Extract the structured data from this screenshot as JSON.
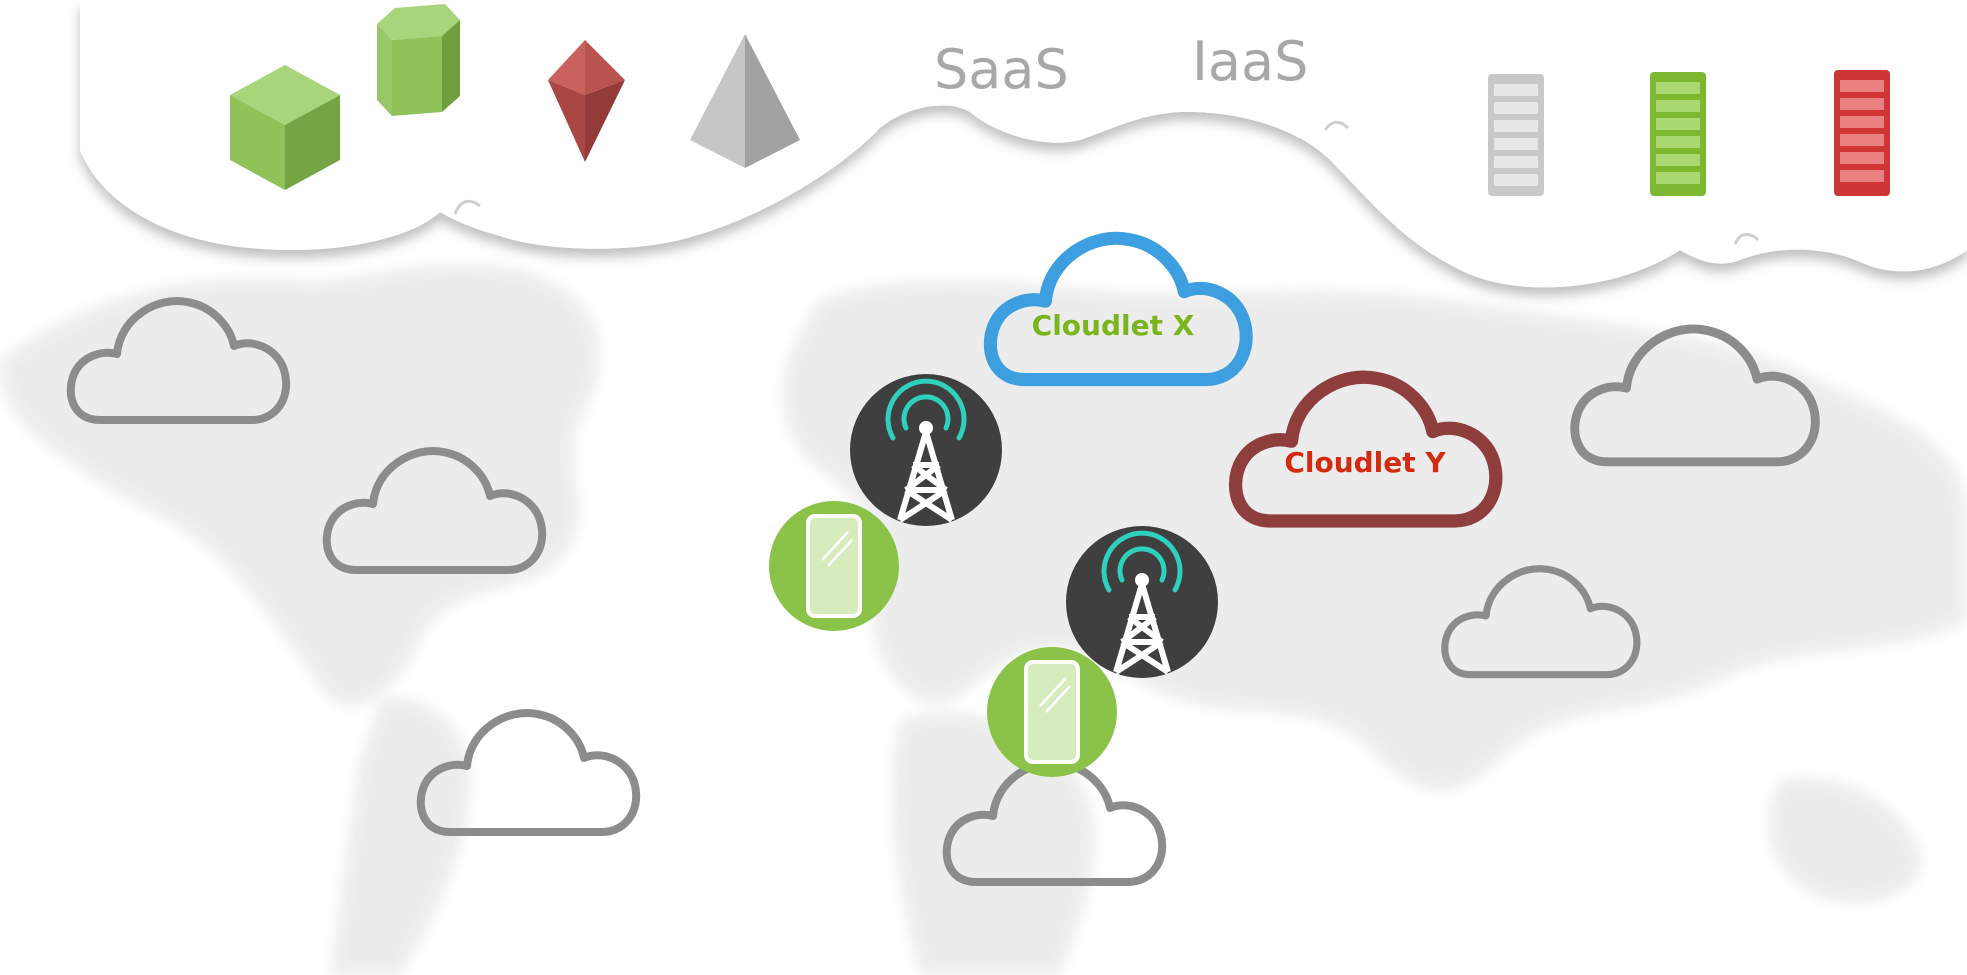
{
  "service_labels": {
    "saas": "SaaS",
    "iaas": "IaaS"
  },
  "cloudlets": {
    "x": {
      "label": "Cloudlet X",
      "outline_color": "#3d9fe0",
      "text_color": "#7ab51d"
    },
    "y": {
      "label": "Cloudlet Y",
      "outline_color": "#8f3e3e",
      "text_color": "#d42a10"
    }
  },
  "colors": {
    "tower_bg": "#3f3f3f",
    "tower_signal": "#2fd1bd",
    "phone_bg": "#8bc34a",
    "generic_cloud_outline": "#8c8c8c",
    "cube_green": "#8fc35a",
    "octahedron_red": "#b9534e",
    "pyramid_gray": "#b3b3b3",
    "rack_gray": "#c8c8c8",
    "rack_green": "#7db833",
    "rack_red": "#cf3535"
  },
  "icons": [
    "green-cube-icon",
    "green-hexagonal-prism-icon",
    "red-octahedron-icon",
    "gray-pyramid-icon",
    "gray-server-rack-icon",
    "green-server-rack-icon",
    "red-server-rack-icon",
    "cell-tower-icon",
    "smartphone-icon",
    "cloud-icon"
  ]
}
